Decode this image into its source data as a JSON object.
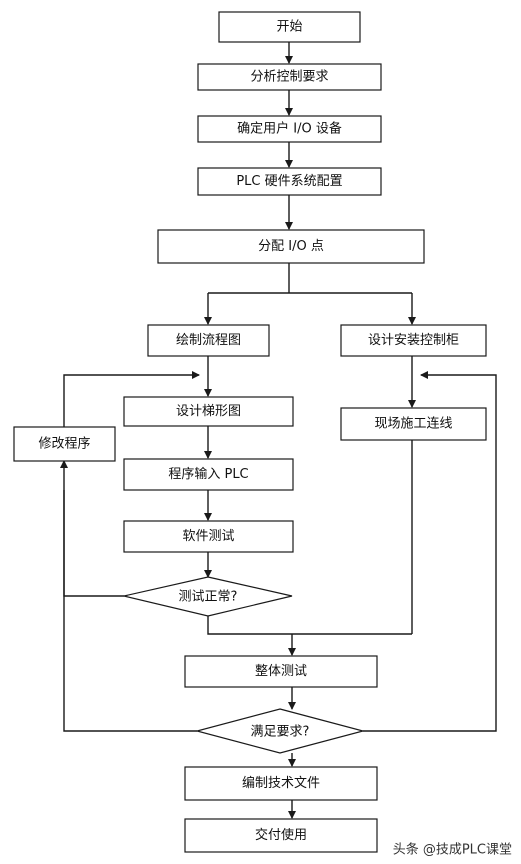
{
  "nodes": {
    "start": "开始",
    "analyze": "分析控制要求",
    "io_devices": "确定用户 I/O 设备",
    "plc_hw": "PLC 硬件系统配置",
    "assign_io": "分配 I/O 点",
    "flowchart": "绘制流程图",
    "cabinet": "设计安装控制柜",
    "ladder": "设计梯形图",
    "modify": "修改程序",
    "wiring": "现场施工连线",
    "input_plc": "程序输入 PLC",
    "sw_test": "软件测试",
    "test_ok": "测试正常?",
    "overall_test": "整体测试",
    "meet_req": "满足要求?",
    "docs": "编制技术文件",
    "deliver": "交付使用"
  },
  "watermark": "头条 @技成PLC课堂"
}
